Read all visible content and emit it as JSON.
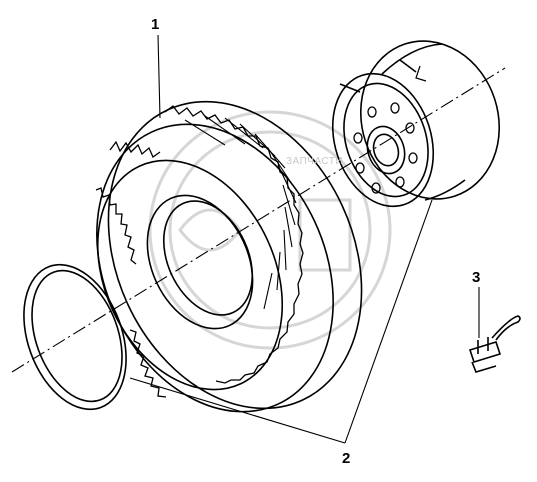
{
  "diagram": {
    "callouts": [
      {
        "id": "1",
        "label": "1"
      },
      {
        "id": "2",
        "label": "2"
      },
      {
        "id": "3",
        "label": "3"
      }
    ],
    "watermark": {
      "text": "ЗАПЧАСТИ"
    },
    "colors": {
      "ink": "#000000",
      "paper": "#ffffff",
      "watermark": "#cfcfcf"
    }
  }
}
